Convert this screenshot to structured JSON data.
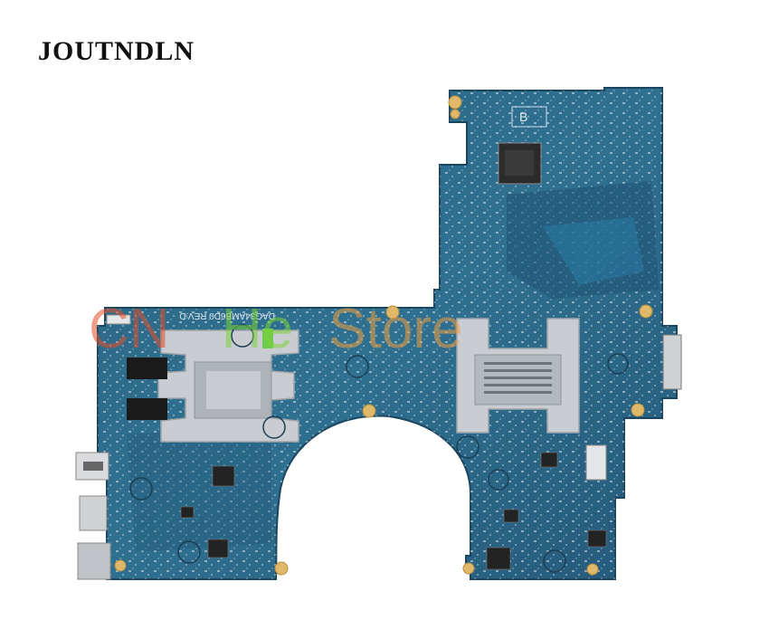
{
  "brand": {
    "name": "JOUTNDLN"
  },
  "board": {
    "silkscreen": "DAG34AMB6D0 REV:D",
    "marker": "B"
  },
  "watermark": {
    "parts": [
      {
        "text": "CN",
        "color": "#e2502a"
      },
      {
        "text": "He",
        "color": "#7bd335"
      },
      {
        "text": "Store",
        "color": "#f0a040"
      }
    ]
  },
  "colors": {
    "pcb": "#2f6a86",
    "pcb_dark": "#1f4e6a",
    "heatsink": "#c9ccd0",
    "pad": "#e0b86a"
  }
}
